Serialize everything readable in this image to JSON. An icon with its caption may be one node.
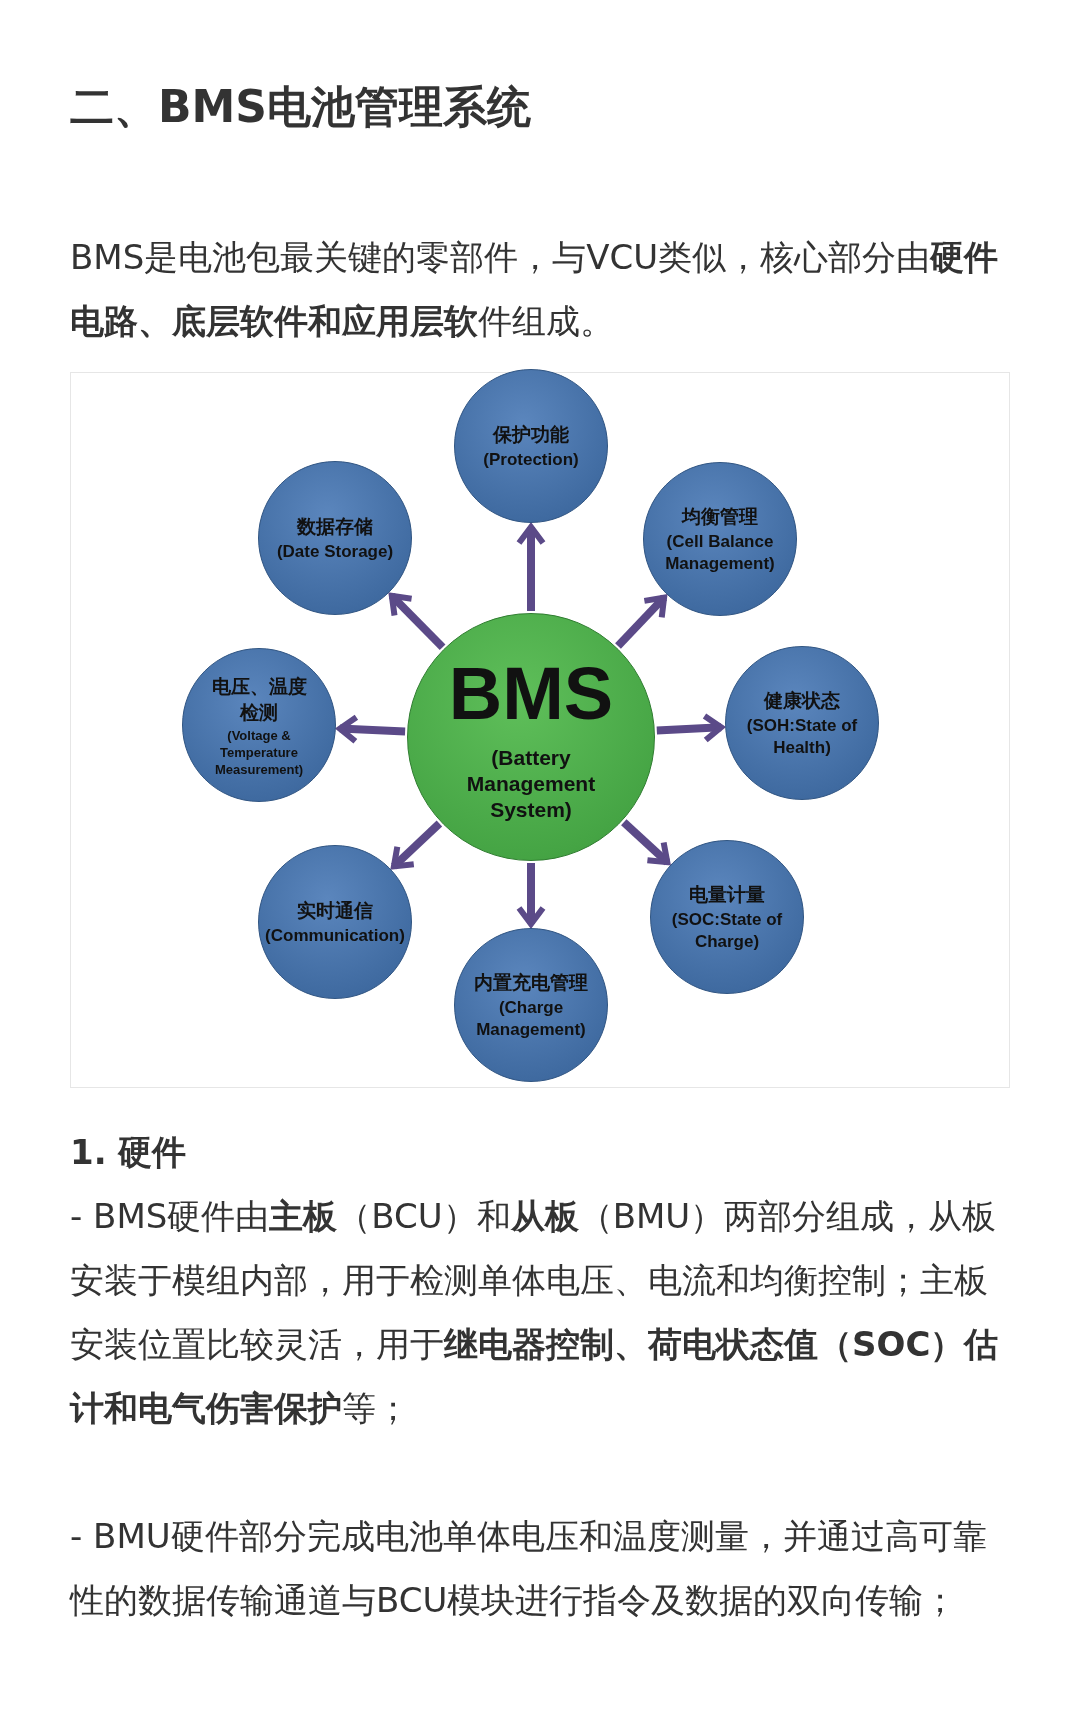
{
  "diagram": {
    "title": "二、BMS电池管理系统",
    "nodes": [
      {
        "text": [
          "BMS",
          "(Battery Management System)"
        ]
      },
      {
        "text": [
          "保护功能",
          "(Protection)"
        ]
      },
      {
        "text": [
          "均衡管理",
          "(Cell Balance Management)"
        ]
      },
      {
        "text": [
          "健康状态",
          "(SOH:State of Health)"
        ]
      },
      {
        "text": [
          "电量计量",
          "(SOC:State of Charge)"
        ]
      },
      {
        "text": [
          "内置充电管理",
          "(Charge Management)"
        ]
      },
      {
        "text": [
          "实时通信",
          "(Communication)"
        ]
      },
      {
        "text": [
          "电压、温度检测",
          "(Voltage & Temperature Measurement)"
        ]
      },
      {
        "text": [
          "数据存储",
          "(Date Storage)"
        ]
      }
    ],
    "edges": [
      {
        "from": 0,
        "to": 1,
        "arrow": "to"
      },
      {
        "from": 0,
        "to": 2,
        "arrow": "to"
      },
      {
        "from": 0,
        "to": 3,
        "arrow": "to"
      },
      {
        "from": 0,
        "to": 4,
        "arrow": "to"
      },
      {
        "from": 0,
        "to": 5,
        "arrow": "to"
      },
      {
        "from": 0,
        "to": 6,
        "arrow": "to"
      },
      {
        "from": 0,
        "to": 7,
        "arrow": "to"
      },
      {
        "from": 0,
        "to": 8,
        "arrow": "to"
      }
    ],
    "labels": [
      "BMS是电池包最关键的零部件，与VCU类似，核心部分由**硬件电路、底层软件和应用层软**件组成。",
      "1. 硬件",
      "- BMS硬件由**主板**（BCU）和**从板**（BMU）两部分组成，从板安装于模组内部，用于检测单体电压、电流和均衡控制；主板安装位置比较灵活，用于**继电器控制、荷电状态值（SOC）估计和电气伤害保护**等；",
      "- BMU硬件部分完成电池单体电压和温度测量，并通过高可靠性的数据传输通道与BCU模块进行指令及数据的双向传输；"
    ]
  }
}
